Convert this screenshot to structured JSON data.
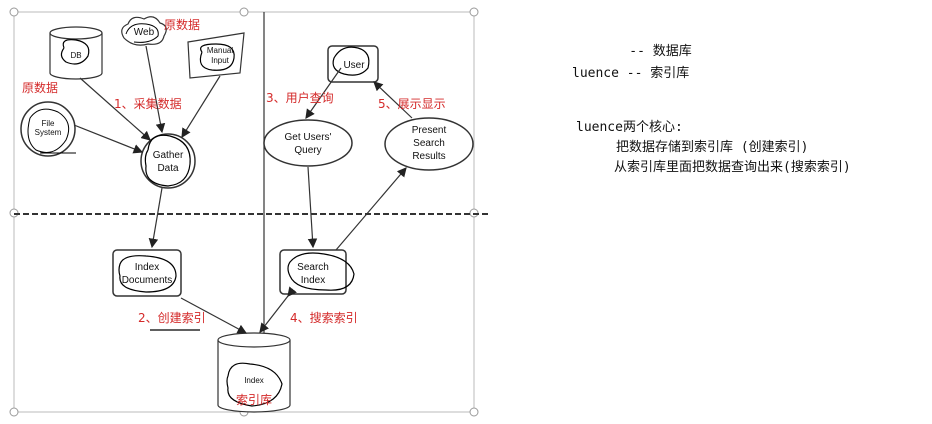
{
  "diagram": {
    "nodes": {
      "db": "DB",
      "web": "Web",
      "manual_input": [
        "Manual",
        "Input"
      ],
      "file_system": [
        "File",
        "System"
      ],
      "gather_data": [
        "Gather",
        "Data"
      ],
      "user": "User",
      "get_users_query": [
        "Get Users'",
        "Query"
      ],
      "present_results": [
        "Present",
        "Search",
        "Results"
      ],
      "index_documents": [
        "Index",
        "Documents"
      ],
      "search_index": [
        "Search",
        "Index"
      ],
      "index_store": "Index"
    },
    "annotations": {
      "source_data_top": "原数据",
      "source_data_left": "原数据",
      "step1": "1、采集数据",
      "step2": "2、创建索引",
      "step3": "3、用户查询",
      "step4": "4、搜索索引",
      "step5": "5、展示显示",
      "index_store_cn": "索引库"
    }
  },
  "notes": {
    "line1": "    -- 数据库",
    "line2": "luence -- 索引库",
    "line3": "luence两个核心:",
    "line4": "把数据存储到索引库 (创建索引)",
    "line5": "从索引库里面把数据查询出来(搜索索引)"
  }
}
